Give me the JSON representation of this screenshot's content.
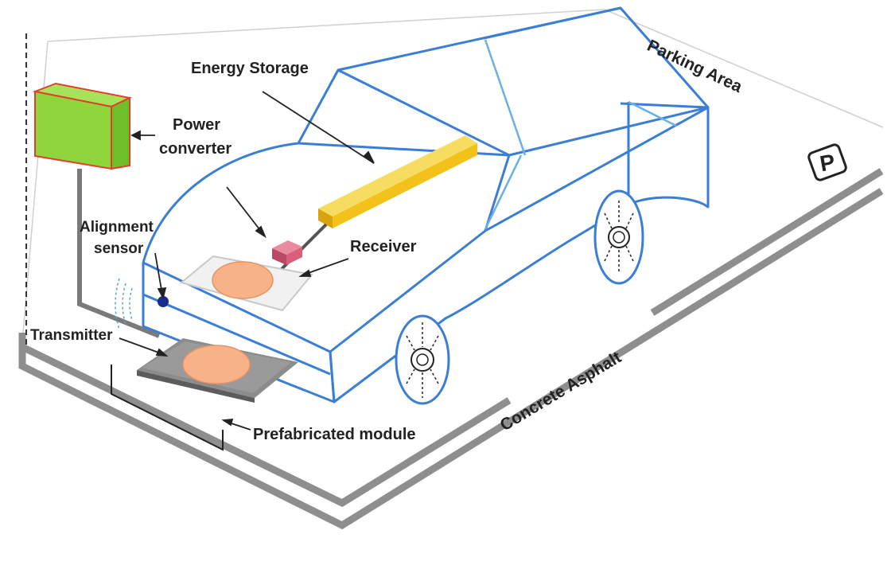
{
  "labels": {
    "energy_storage": "Energy Storage",
    "power": "Power",
    "converter": "converter",
    "alignment": "Alignment",
    "sensor": "sensor",
    "receiver": "Receiver",
    "transmitter": "Transmitter",
    "prefabricated_module": "Prefabricated module",
    "parking_area": "Parking Area",
    "concrete_asphalt": "Concrete Asphalt",
    "parking_sign": "P"
  },
  "colors": {
    "car_outline": "#3a7fd5",
    "car_outline_light": "#6ab0e8",
    "battery": "#f2c21b",
    "battery_top": "#f7dc62",
    "converter_box": "#d9607a",
    "power_box_front": "#8fd63c",
    "power_box_side": "#6fbf2a",
    "power_box_edge": "#e0402a",
    "coil": "#f7b287",
    "pad_dark": "#8c8c8c",
    "road": "#8e8e8e",
    "sensor_dot": "#1b2a8c"
  }
}
